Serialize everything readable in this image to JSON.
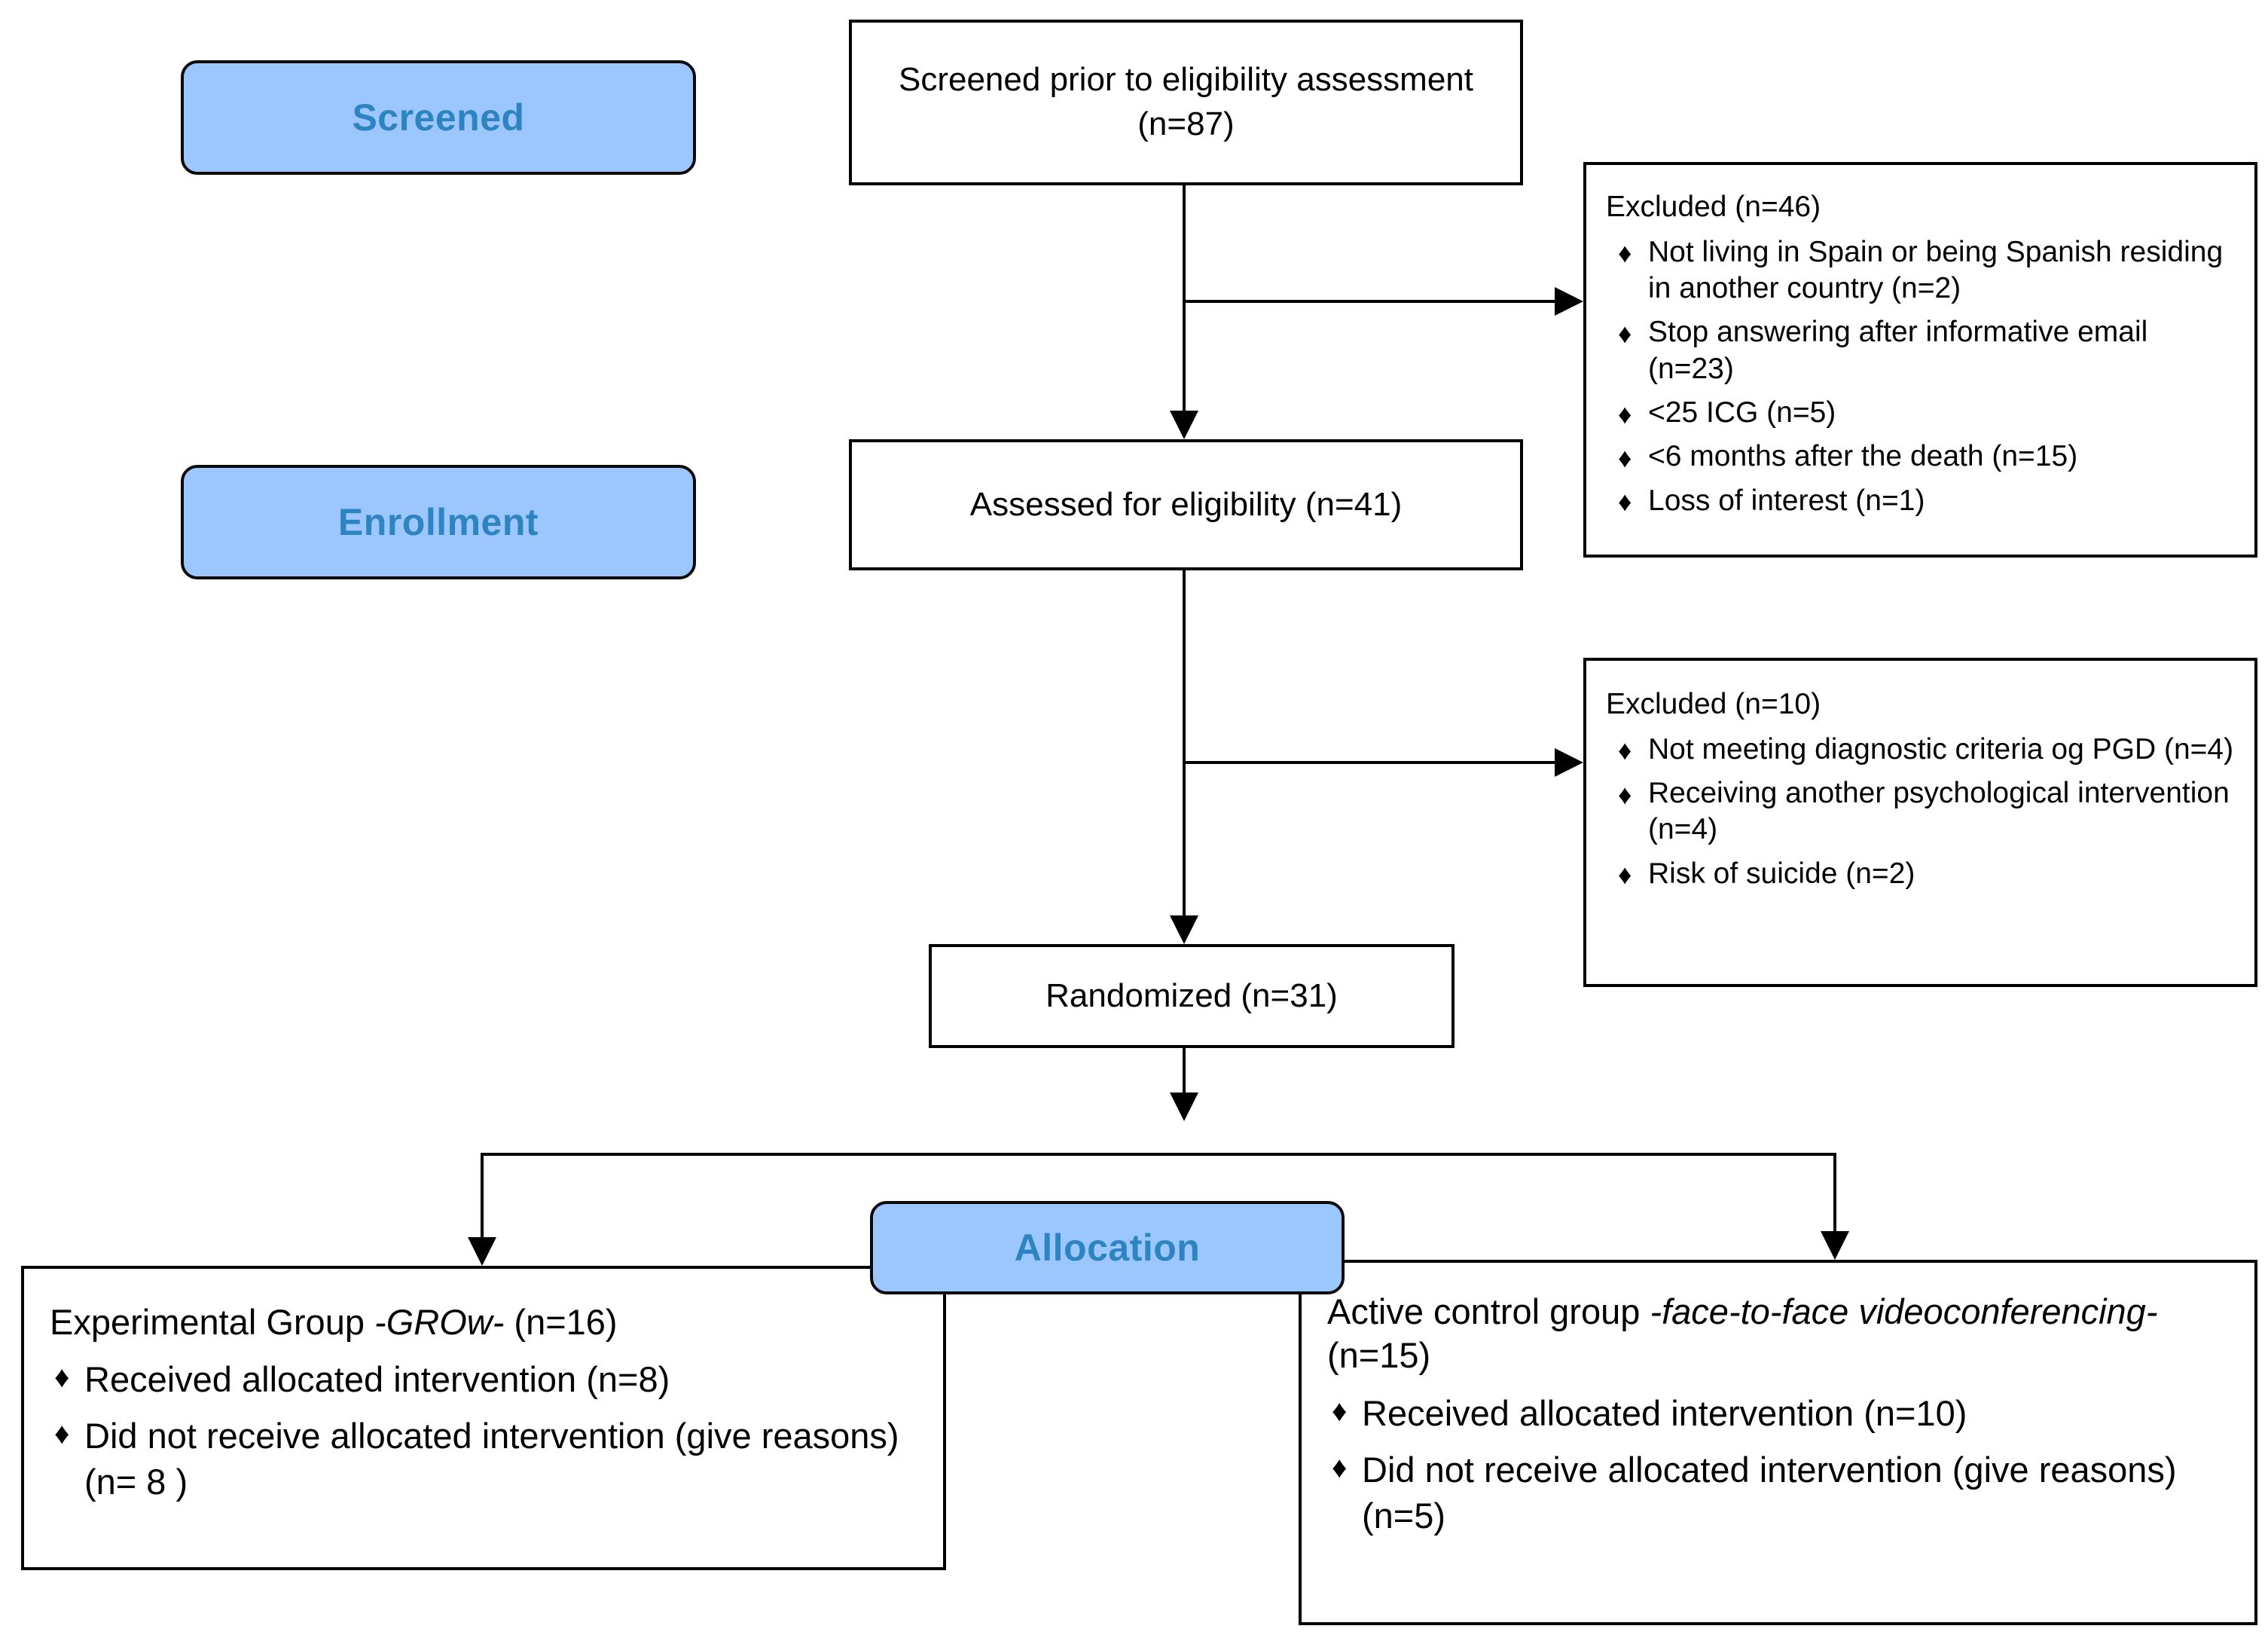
{
  "diagram": {
    "title": "CONSORT participant flow diagram",
    "colors": {
      "pill_fill": "#9CC6FE",
      "pill_text": "#2E84C0",
      "box_border": "#000000",
      "box_fill": "#FFFFFF",
      "text": "#000000"
    },
    "bullet_glyph": "♦"
  },
  "stages": {
    "screened": "Screened",
    "enrollment": "Enrollment",
    "allocation": "Allocation"
  },
  "nodes": {
    "screened_box": {
      "text": "Screened prior to eligibility assessment (n=87)"
    },
    "assessed_box": {
      "text": "Assessed for eligibility (n=41)"
    },
    "randomized_box": {
      "text": "Randomized (n=31)"
    }
  },
  "excluded_1": {
    "header": "Excluded (n=46)",
    "items": [
      "Not living in Spain or being Spanish residing in another country (n=2)",
      "Stop answering after informative email (n=23)",
      "<25 ICG (n=5)",
      "<6 months after the death (n=15)",
      "Loss of interest (n=1)"
    ]
  },
  "excluded_2": {
    "header": "Excluded (n=10)",
    "items": [
      "Not meeting diagnostic criteria og PGD (n=4)",
      "Receiving another psychological intervention (n=4)",
      "Risk of suicide (n=2)"
    ]
  },
  "arm_left": {
    "header_pre": "Experimental Group ",
    "header_italic": "-GROw-",
    "header_post": " (n=16)",
    "items": [
      "Received allocated intervention (n=8)",
      "Did not receive allocated intervention (give reasons) (n= 8 )"
    ]
  },
  "arm_right": {
    "header_pre": "Active control group ",
    "header_italic": "-face-to-face videoconferencing-",
    "header_post": " (n=15)",
    "items": [
      "Received allocated intervention (n=10)",
      "Did not receive allocated intervention (give reasons) (n=5)"
    ]
  }
}
